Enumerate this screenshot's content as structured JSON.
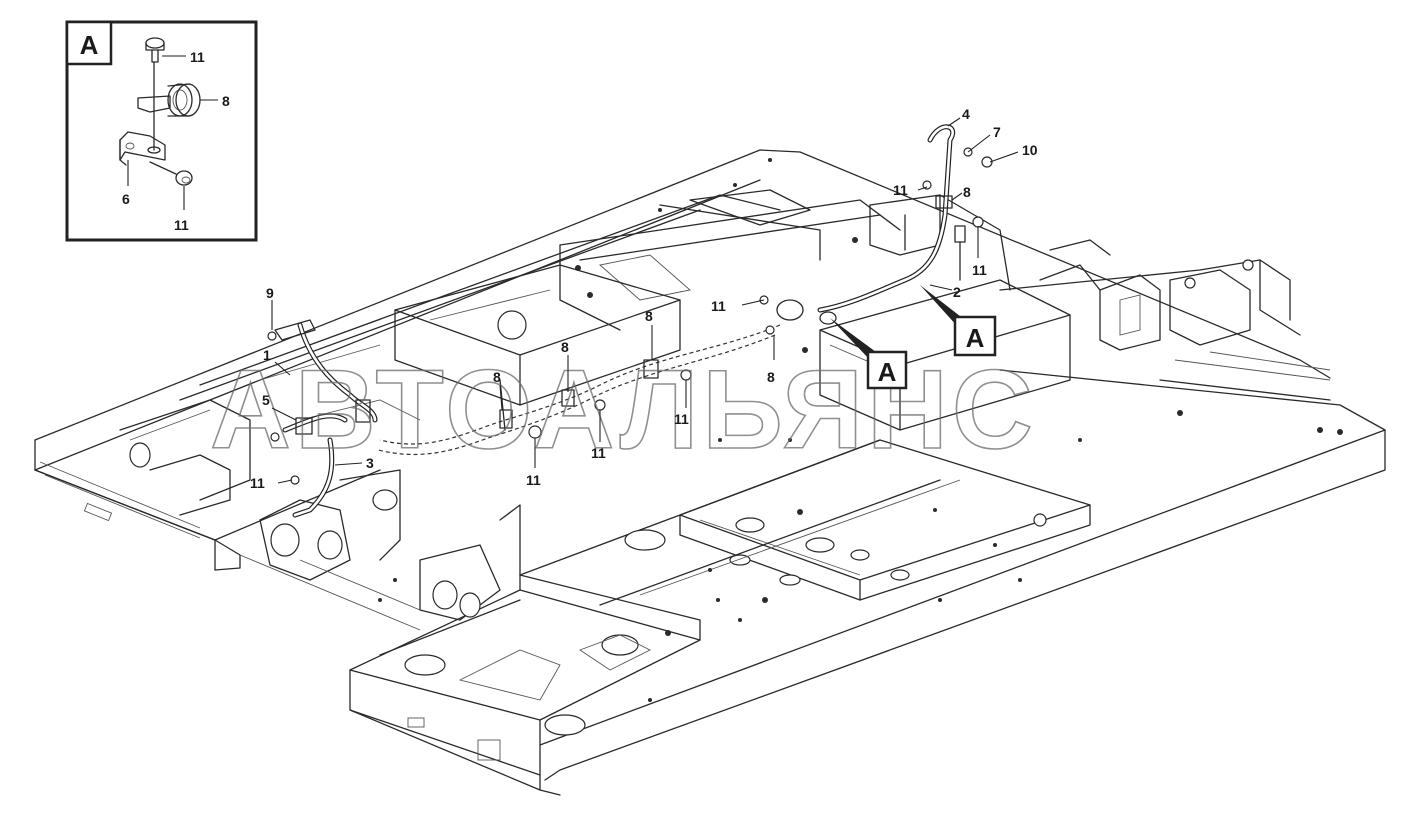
{
  "watermark": "АВТОАЛЬЯНС",
  "detail_view": {
    "letter": "A",
    "labels": [
      "11",
      "8",
      "6",
      "11"
    ]
  },
  "view_markers": [
    "A",
    "A"
  ],
  "callouts": [
    {
      "id": "c1",
      "text": "1"
    },
    {
      "id": "c2",
      "text": "2"
    },
    {
      "id": "c3",
      "text": "3"
    },
    {
      "id": "c4",
      "text": "4"
    },
    {
      "id": "c5",
      "text": "5"
    },
    {
      "id": "c7",
      "text": "7"
    },
    {
      "id": "c8a",
      "text": "8"
    },
    {
      "id": "c8b",
      "text": "8"
    },
    {
      "id": "c8c",
      "text": "8"
    },
    {
      "id": "c8d",
      "text": "8"
    },
    {
      "id": "c8e",
      "text": "8"
    },
    {
      "id": "c9",
      "text": "9"
    },
    {
      "id": "c10",
      "text": "10"
    },
    {
      "id": "c11a",
      "text": "11"
    },
    {
      "id": "c11b",
      "text": "11"
    },
    {
      "id": "c11c",
      "text": "11"
    },
    {
      "id": "c11d",
      "text": "11"
    },
    {
      "id": "c11e",
      "text": "11"
    },
    {
      "id": "c11f",
      "text": "11"
    },
    {
      "id": "c11g",
      "text": "11"
    }
  ]
}
